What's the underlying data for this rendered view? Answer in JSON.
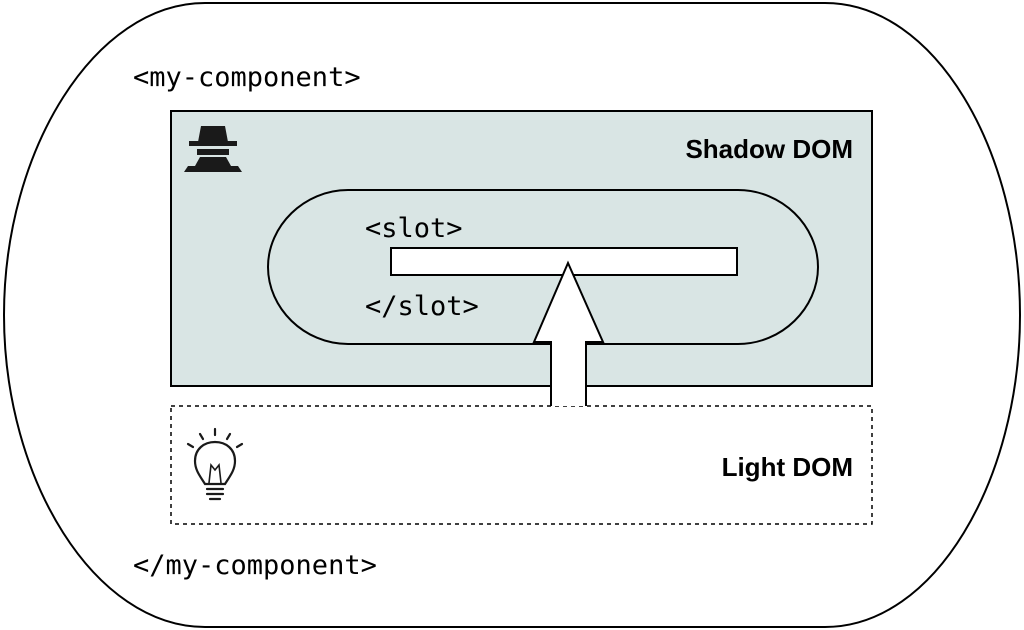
{
  "component": {
    "open_tag": "<my-component>",
    "close_tag": "</my-component>"
  },
  "shadow_dom": {
    "title": "Shadow DOM",
    "icon": "spy-icon",
    "fill_color": "#d9e5e4"
  },
  "slot": {
    "open_tag": "<slot>",
    "close_tag": "</slot>"
  },
  "light_dom": {
    "title": "Light DOM",
    "icon": "lightbulb-icon"
  },
  "colors": {
    "stroke": "#000000",
    "background": "#ffffff"
  }
}
